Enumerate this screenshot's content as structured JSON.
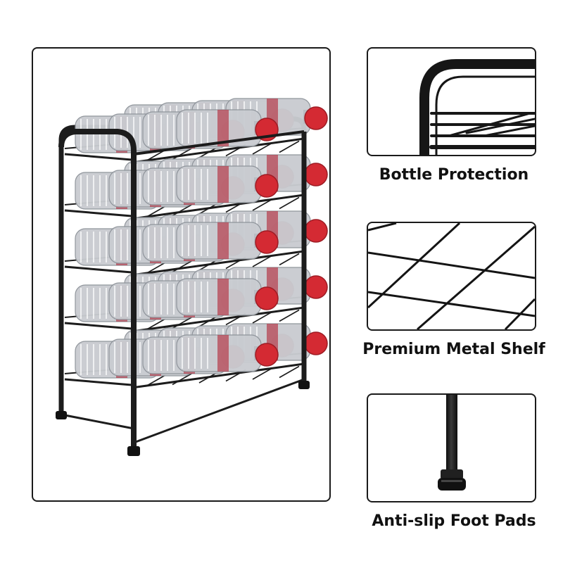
{
  "features": [
    {
      "caption": "Bottle Protection",
      "icon": "rail-corner"
    },
    {
      "caption": "Premium Metal Shelf",
      "icon": "wire-grid"
    },
    {
      "caption": "Anti-slip Foot Pads",
      "icon": "foot-pad"
    }
  ],
  "rack": {
    "tiers": 5,
    "bottles_per_tier": 4,
    "frame_color": "#1c1c1c",
    "cap_color": "#d42a33",
    "bottle_color": "#c9ccd1",
    "label_color": "#b53a4a"
  }
}
